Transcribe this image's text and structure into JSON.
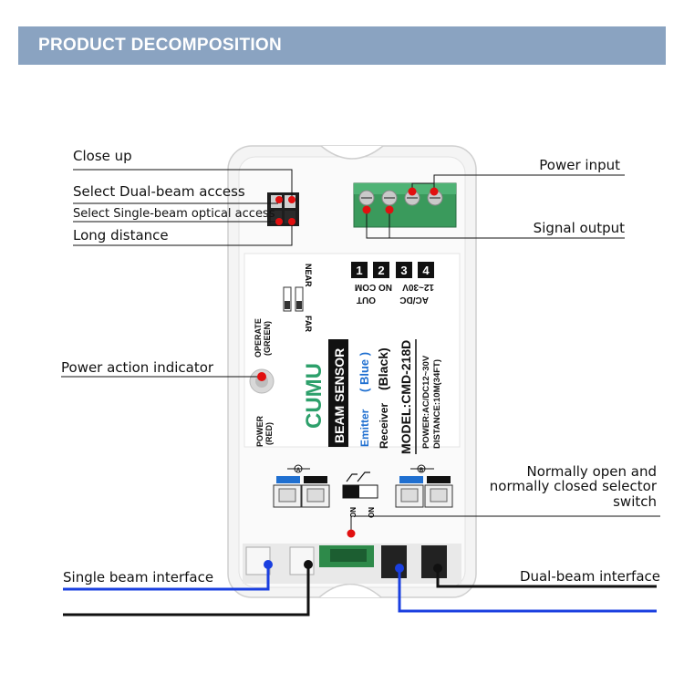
{
  "header": {
    "title": "PRODUCT DECOMPOSITION"
  },
  "callouts": {
    "close_up": "Close up",
    "dual_beam_access": "Select Dual-beam access",
    "single_beam_access": "Select Single-beam optical access",
    "long_distance": "Long distance",
    "power_input": "Power input",
    "signal_output": "Signal output",
    "power_action_indicator": "Power action indicator",
    "no_nc_switch_line1": "Normally open and",
    "no_nc_switch_line2": "normally closed selector",
    "no_nc_switch_line3": "switch",
    "single_beam_interface": "Single beam interface",
    "dual_beam_interface": "Dual-beam interface"
  },
  "device": {
    "terminal_numbers": [
      "1",
      "2",
      "3",
      "4"
    ],
    "terminal_out_labels": "NO COM",
    "terminal_out_caption": "OUT",
    "terminal_power_labels": "12~30V",
    "terminal_power_caption": "AC/DC",
    "dip_near": "NEAR",
    "dip_far": "FAR",
    "operate_label": "OPERATE",
    "operate_color": "(GREEN)",
    "power_label": "POWER",
    "power_color": "(RED)",
    "brand": "CUMU",
    "product_name": "BEAM SENSOR",
    "emitter": "Emitter",
    "emitter_color": "( Blue )",
    "receiver": "Receiver",
    "receiver_color": "(Black)",
    "model": "MODEL:CMD-218D",
    "power_spec": "POWER:AC/DC12~30V",
    "distance_spec": "DISTANCE:10M(34FT)",
    "switch_nc": "NC",
    "switch_no": "NO",
    "connector_a": "A",
    "connector_b": "B"
  },
  "colors": {
    "banner": "#8aa3c1",
    "marker_red": "#e11010",
    "line_blue": "#1a3fe0",
    "line_black": "#111111",
    "terminal_green": "#3a9a5c",
    "emitter_blue": "#1f6fd0"
  }
}
